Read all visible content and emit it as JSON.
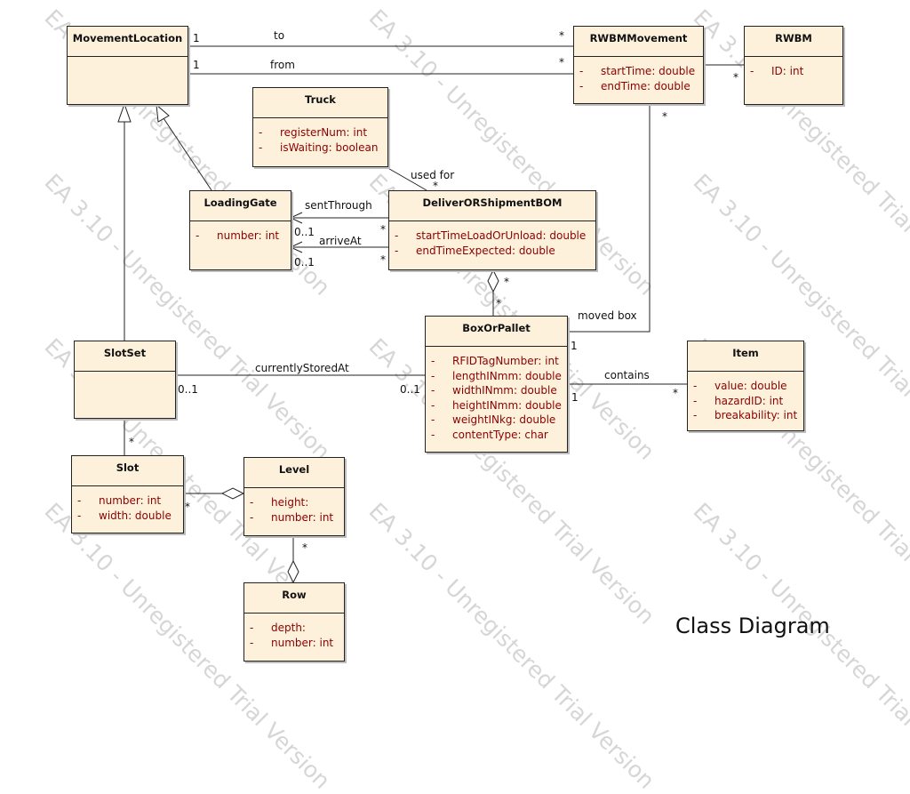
{
  "diagram_title": "Class Diagram",
  "watermark": "EA 3.10 - Unregistered Trial Version",
  "classes": {
    "movement_location": {
      "name": "MovementLocation",
      "attributes": []
    },
    "rwbm_movement": {
      "name": "RWBMMovement",
      "attributes": [
        {
          "vis": "-",
          "text": "startTime: double"
        },
        {
          "vis": "-",
          "text": "endTime: double"
        }
      ]
    },
    "rwbm": {
      "name": "RWBM",
      "attributes": [
        {
          "vis": "-",
          "text": "ID: int"
        }
      ]
    },
    "truck": {
      "name": "Truck",
      "attributes": [
        {
          "vis": "-",
          "text": "registerNum: int"
        },
        {
          "vis": "-",
          "text": "isWaiting: boolean"
        }
      ]
    },
    "loading_gate": {
      "name": "LoadingGate",
      "attributes": [
        {
          "vis": "-",
          "text": "number: int"
        }
      ]
    },
    "deliver_or_shipment_bom": {
      "name": "DeliverORShipmentBOM",
      "attributes": [
        {
          "vis": "-",
          "text": "startTimeLoadOrUnload: double"
        },
        {
          "vis": "-",
          "text": "endTimeExpected: double"
        }
      ]
    },
    "box_or_pallet": {
      "name": "BoxOrPallet",
      "attributes": [
        {
          "vis": "-",
          "text": "RFIDTagNumber: int"
        },
        {
          "vis": "-",
          "text": "lengthINmm: double"
        },
        {
          "vis": "-",
          "text": "widthINmm: double"
        },
        {
          "vis": "-",
          "text": "heightINmm: double"
        },
        {
          "vis": "-",
          "text": "weightINkg: double"
        },
        {
          "vis": "-",
          "text": "contentType: char"
        }
      ]
    },
    "item": {
      "name": "Item",
      "attributes": [
        {
          "vis": "-",
          "text": "value: double"
        },
        {
          "vis": "-",
          "text": "hazardID: int"
        },
        {
          "vis": "-",
          "text": "breakability: int"
        }
      ]
    },
    "slot_set": {
      "name": "SlotSet",
      "attributes": []
    },
    "slot": {
      "name": "Slot",
      "attributes": [
        {
          "vis": "-",
          "text": "number: int"
        },
        {
          "vis": "-",
          "text": "width: double"
        }
      ]
    },
    "level": {
      "name": "Level",
      "attributes": [
        {
          "vis": "-",
          "text": "height:"
        },
        {
          "vis": "-",
          "text": "number: int"
        }
      ]
    },
    "row": {
      "name": "Row",
      "attributes": [
        {
          "vis": "-",
          "text": "depth:"
        },
        {
          "vis": "-",
          "text": "number: int"
        }
      ]
    }
  },
  "labels": {
    "to": "to",
    "to_mult_a": "1",
    "to_mult_b": "*",
    "from": "from",
    "from_mult_a": "1",
    "from_mult_b": "*",
    "rwbm_mult": "*",
    "rwbm_movement_mult": "*",
    "used_for": "used for",
    "used_for_mult": "*",
    "sent_through": "sentThrough",
    "sent_through_mult_a": "0..1",
    "sent_through_mult_b": "*",
    "arrive_at": "arriveAt",
    "arrive_at_mult_a": "0..1",
    "arrive_at_mult_b": "*",
    "bom_mult": "*",
    "box_mult_top": "*",
    "moved_box": "moved box",
    "moved_box_mult": "1",
    "currently_stored_at": "currentlyStoredAt",
    "stored_mult_a": "0..1",
    "stored_mult_b": "0..1",
    "contains": "contains",
    "contains_mult_a": "1",
    "contains_mult_b": "*",
    "slotset_slot_mult": "*",
    "slot_level_mult": "*",
    "level_row_mult": "*"
  }
}
